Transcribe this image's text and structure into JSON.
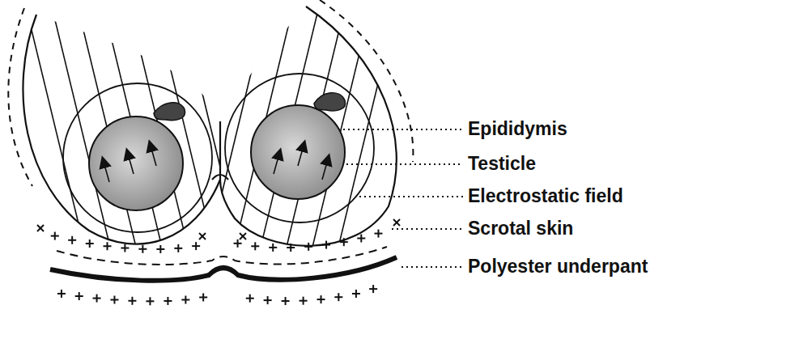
{
  "diagram": {
    "labels": [
      "Epididymis",
      "Testicle",
      "Electrostatic field",
      "Scrotal skin",
      "Polyester underpant"
    ]
  }
}
